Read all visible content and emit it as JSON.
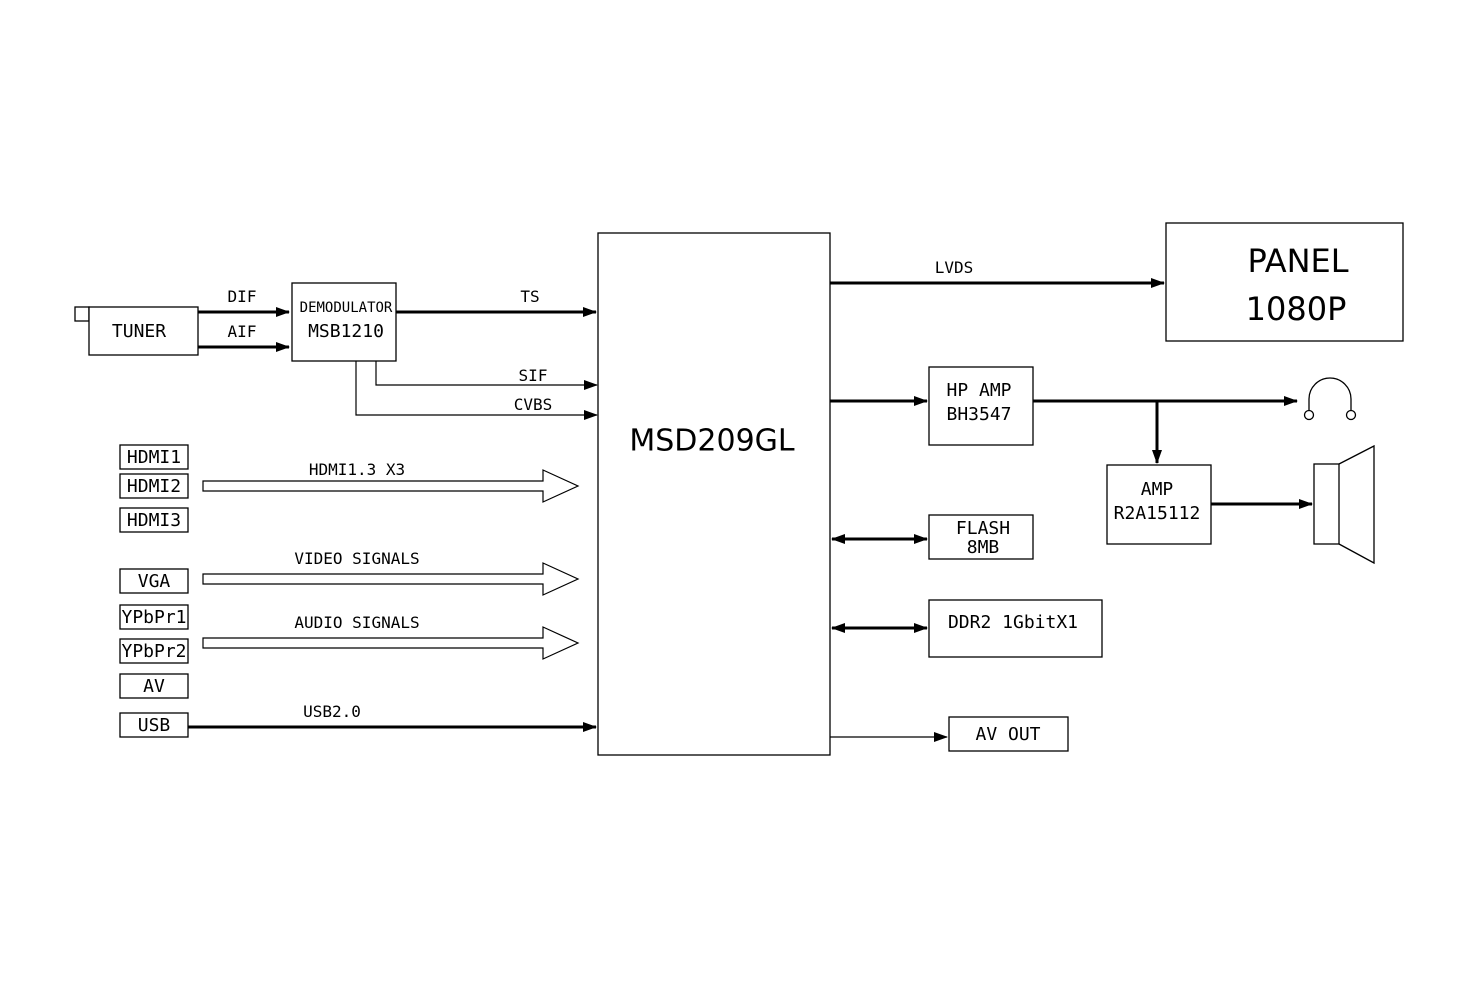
{
  "blocks": {
    "tuner": "TUNER",
    "demod_line1": "DEMODULATOR",
    "demod_line2": "MSB1210",
    "soc": "MSD209GL",
    "panel_line1": "PANEL",
    "panel_line2": "1080P",
    "hp_amp_line1": "HP AMP",
    "hp_amp_line2": "BH3547",
    "amp_line1": "AMP",
    "amp_line2": "R2A15112",
    "flash_line1": "FLASH",
    "flash_line2": "8MB",
    "ddr": "DDR2 1GbitX1",
    "av_out": "AV OUT"
  },
  "inputs": {
    "hdmi1": "HDMI1",
    "hdmi2": "HDMI2",
    "hdmi3": "HDMI3",
    "vga": "VGA",
    "ypbpr1": "YPbPr1",
    "ypbpr2": "YPbPr2",
    "av": "AV",
    "usb": "USB"
  },
  "signals": {
    "dif": "DIF",
    "aif": "AIF",
    "ts": "TS",
    "sif": "SIF",
    "cvbs": "CVBS",
    "hdmi_bus": "HDMI1.3 X3",
    "video": "VIDEO SIGNALS",
    "audio": "AUDIO SIGNALS",
    "usb_bus": "USB2.0",
    "lvds": "LVDS"
  },
  "icons": {
    "headphone": "headphone-icon",
    "speaker": "speaker-icon"
  },
  "colors": {
    "ink": "#000000",
    "paper": "#ffffff"
  }
}
